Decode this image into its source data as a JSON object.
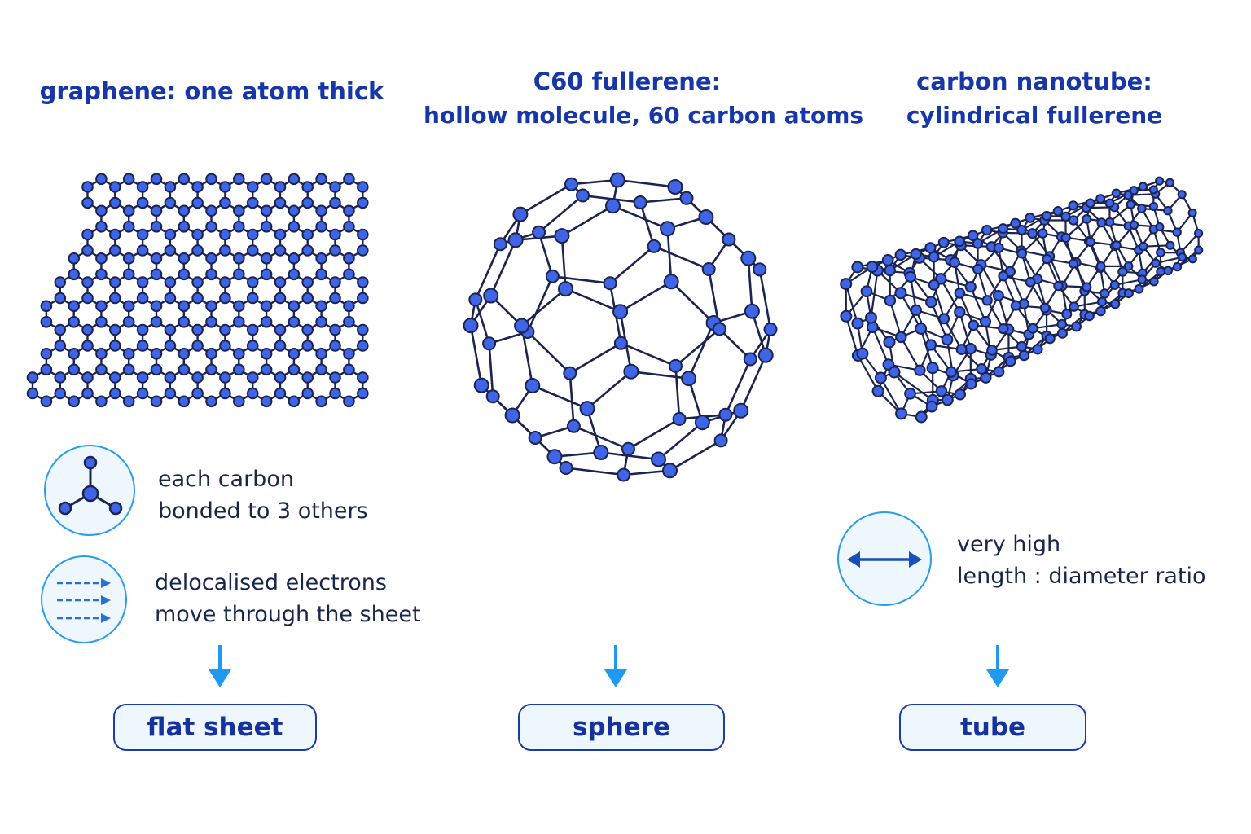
{
  "graphene": {
    "title": "graphene: one atom thick",
    "note1": [
      "each carbon",
      "bonded to 3 others"
    ],
    "note2": [
      "delocalised electrons",
      "move through the sheet"
    ],
    "label": "flat sheet"
  },
  "c60": {
    "title_line1": "C60 fullerene:",
    "title_line2": "hollow molecule, 60 carbon atoms",
    "label": "sphere"
  },
  "nanotube": {
    "title_line1": "carbon nanotube:",
    "title_line2": "cylindrical fullerene",
    "note": [
      "very high",
      "length : diameter ratio"
    ],
    "label": "tube"
  },
  "colors": {
    "atom_fill": "#3f64e6",
    "bond": "#1b2450",
    "title": "#1736a8",
    "accent": "#2a9bea"
  }
}
